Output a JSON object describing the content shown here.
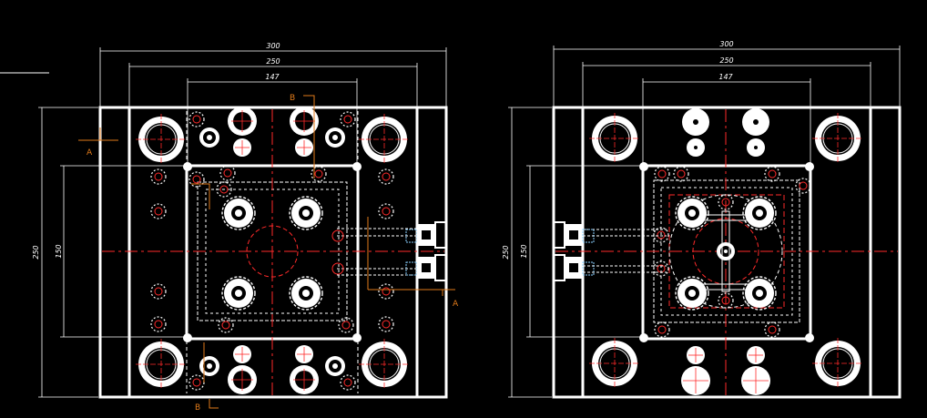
{
  "colors": {
    "background": "#000000",
    "outline": "#ffffff",
    "centerline": "#ff2a2a",
    "hidden": "#8ad0ff",
    "section_marker": "#e07a1a"
  },
  "left_view": {
    "dims": {
      "width_300": "300",
      "width_250": "250",
      "width_147": "147",
      "height_250": "250",
      "height_150": "150"
    },
    "section_labels": {
      "a_top": "A",
      "a_right": "A",
      "b_top": "B",
      "b_bottom": "B"
    }
  },
  "right_view": {
    "dims": {
      "width_300": "300",
      "width_250": "250",
      "width_147": "147",
      "height_250": "250",
      "height_150": "150"
    }
  }
}
